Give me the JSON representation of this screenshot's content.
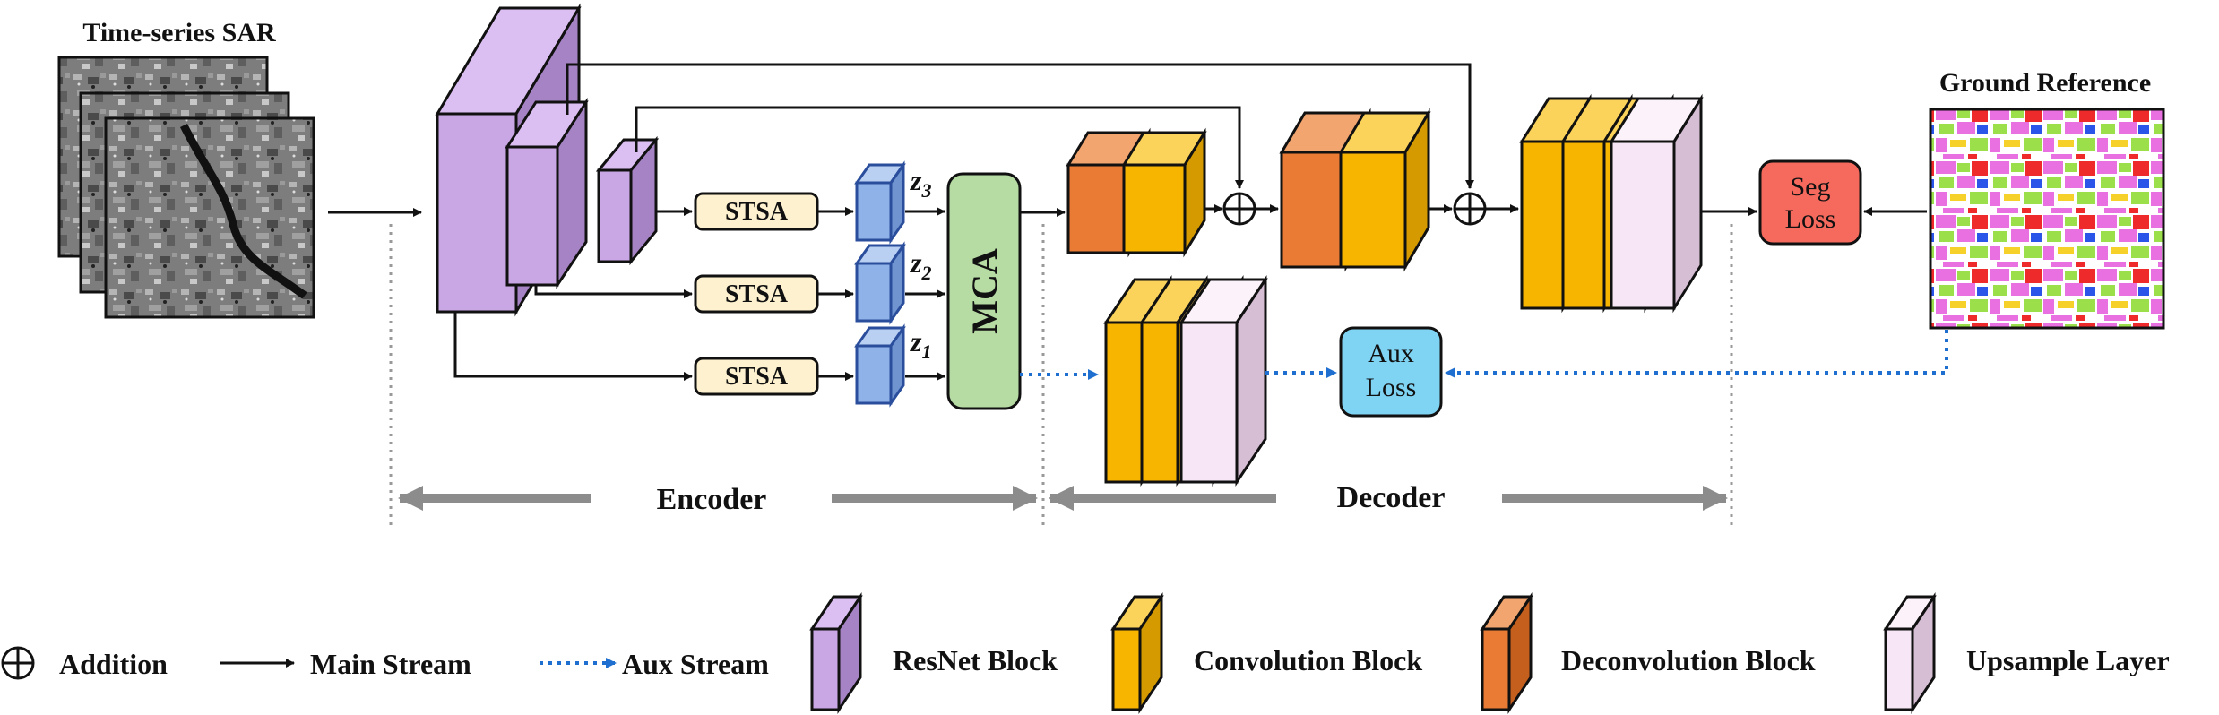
{
  "title": "Time-series SAR",
  "ground_reference": "Ground Reference",
  "stsa_label": "STSA",
  "mca_label": "MCA",
  "z_labels": {
    "z3": "z",
    "z3_sub": "3",
    "z2": "z",
    "z2_sub": "2",
    "z1": "z",
    "z1_sub": "1"
  },
  "seg_loss": {
    "line1": "Seg",
    "line2": "Loss"
  },
  "aux_loss": {
    "line1": "Aux",
    "line2": "Loss"
  },
  "encoder_label": "Encoder",
  "decoder_label": "Decoder",
  "legend": {
    "addition_symbol": "⊕",
    "addition": "Addition",
    "main_stream": "Main Stream",
    "aux_stream": "Aux Stream",
    "resnet": "ResNet Block",
    "conv": "Convolution Block",
    "deconv": "Deconvolution Block",
    "upsample": "Upsample Layer"
  },
  "colors": {
    "resnet": "#c9a6e4",
    "resnet_dark": "#a683c4",
    "resnet_light": "#dcbff2",
    "conv": "#f7b500",
    "conv_dark": "#d49a00",
    "deconv": "#e97b35",
    "deconv_dark": "#c45f1e",
    "upsample": "#f7e6f5",
    "upsample_dark": "#d6bed4",
    "stsa_fill": "#fdf1cf",
    "z_fill": "#8fb3e8",
    "mca_fill": "#b6dca4",
    "seg_loss_fill": "#f66a5e",
    "aux_loss_fill": "#7fd3f3",
    "aux_stream": "#1f6fd0",
    "encdec_arrow": "#8c8c8c"
  }
}
